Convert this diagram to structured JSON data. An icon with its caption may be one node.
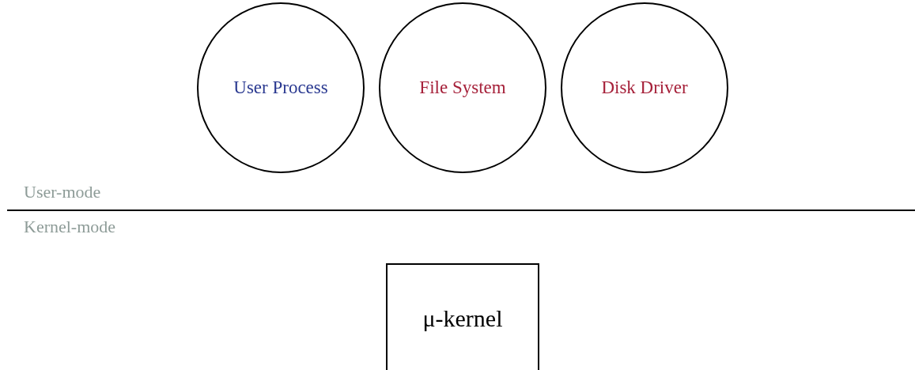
{
  "diagram": {
    "nodes": [
      {
        "text": [
          "User Process"
        ]
      },
      {
        "text": [
          "File System"
        ]
      },
      {
        "text": [
          "Disk Driver"
        ]
      },
      {
        "text": [
          "μ-kernel"
        ]
      }
    ],
    "labels": [
      "User-mode",
      "Kernel-mode"
    ]
  }
}
